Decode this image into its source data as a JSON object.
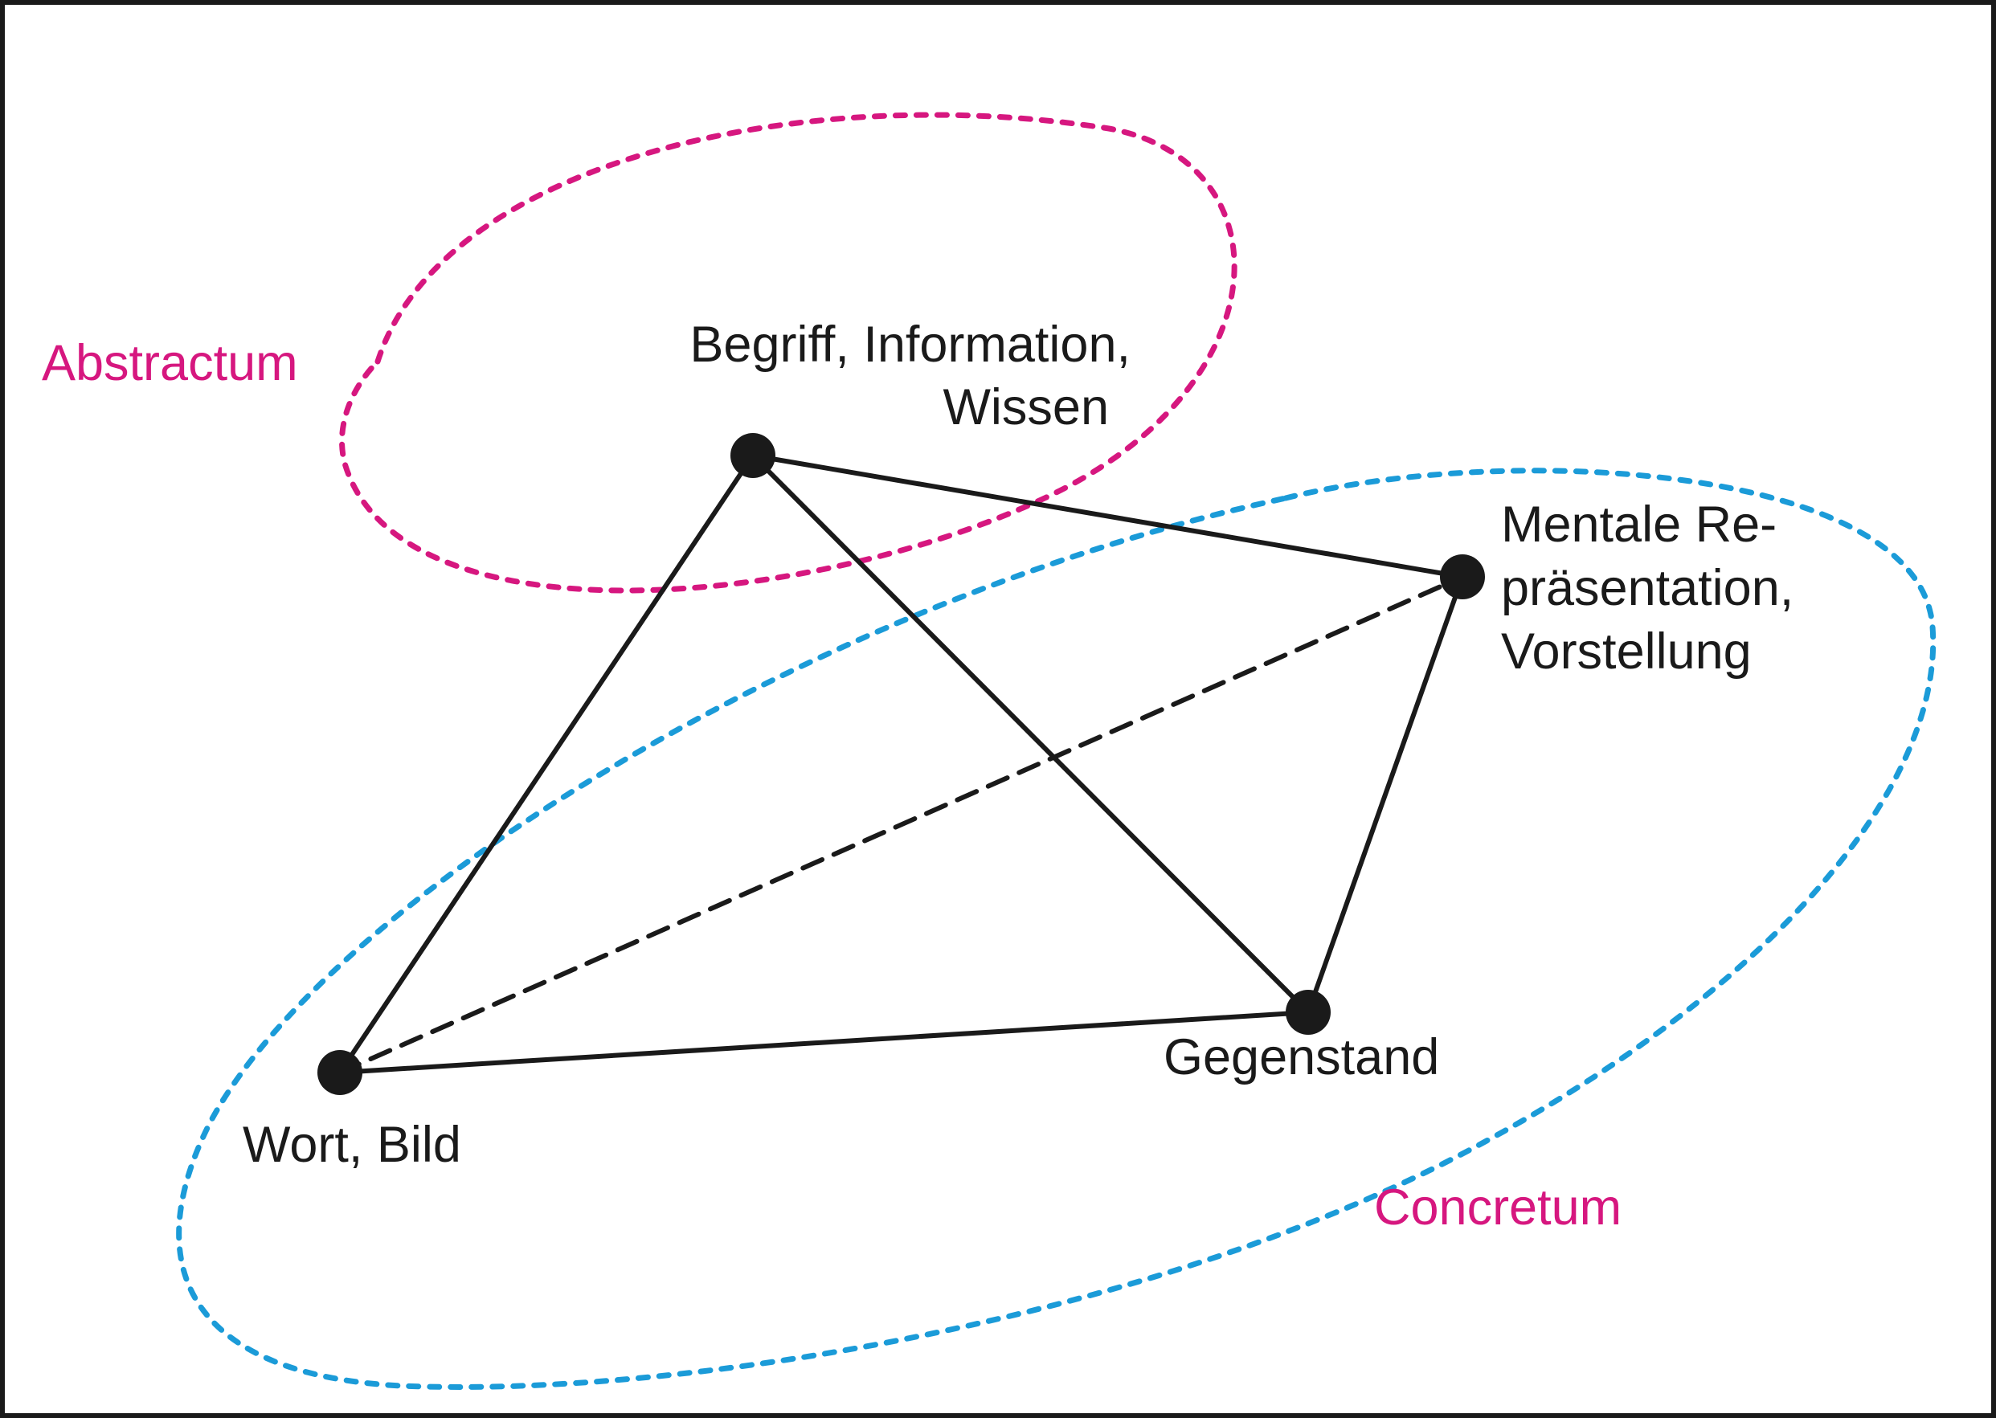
{
  "colors": {
    "abstract": "#d6177f",
    "concrete": "#1b9bd8",
    "ink": "#1a1a1a",
    "background": "#ffffff"
  },
  "regions": {
    "abstract": {
      "label": "Abstractum"
    },
    "concrete": {
      "label": "Concretum"
    }
  },
  "nodes": {
    "begriff": {
      "lines": [
        "Begriff, Information,",
        "Wissen"
      ]
    },
    "mental": {
      "lines": [
        "Mentale Re-",
        "präsentation,",
        "Vorstellung"
      ]
    },
    "gegenstand": {
      "lines": [
        "Gegenstand"
      ]
    },
    "wort": {
      "lines": [
        "Wort, Bild"
      ]
    }
  },
  "edges": [
    {
      "from": "begriff",
      "to": "mental",
      "style": "solid"
    },
    {
      "from": "begriff",
      "to": "wort",
      "style": "solid"
    },
    {
      "from": "begriff",
      "to": "gegenstand",
      "style": "solid"
    },
    {
      "from": "mental",
      "to": "gegenstand",
      "style": "solid"
    },
    {
      "from": "wort",
      "to": "gegenstand",
      "style": "solid"
    },
    {
      "from": "wort",
      "to": "mental",
      "style": "dashed"
    }
  ]
}
